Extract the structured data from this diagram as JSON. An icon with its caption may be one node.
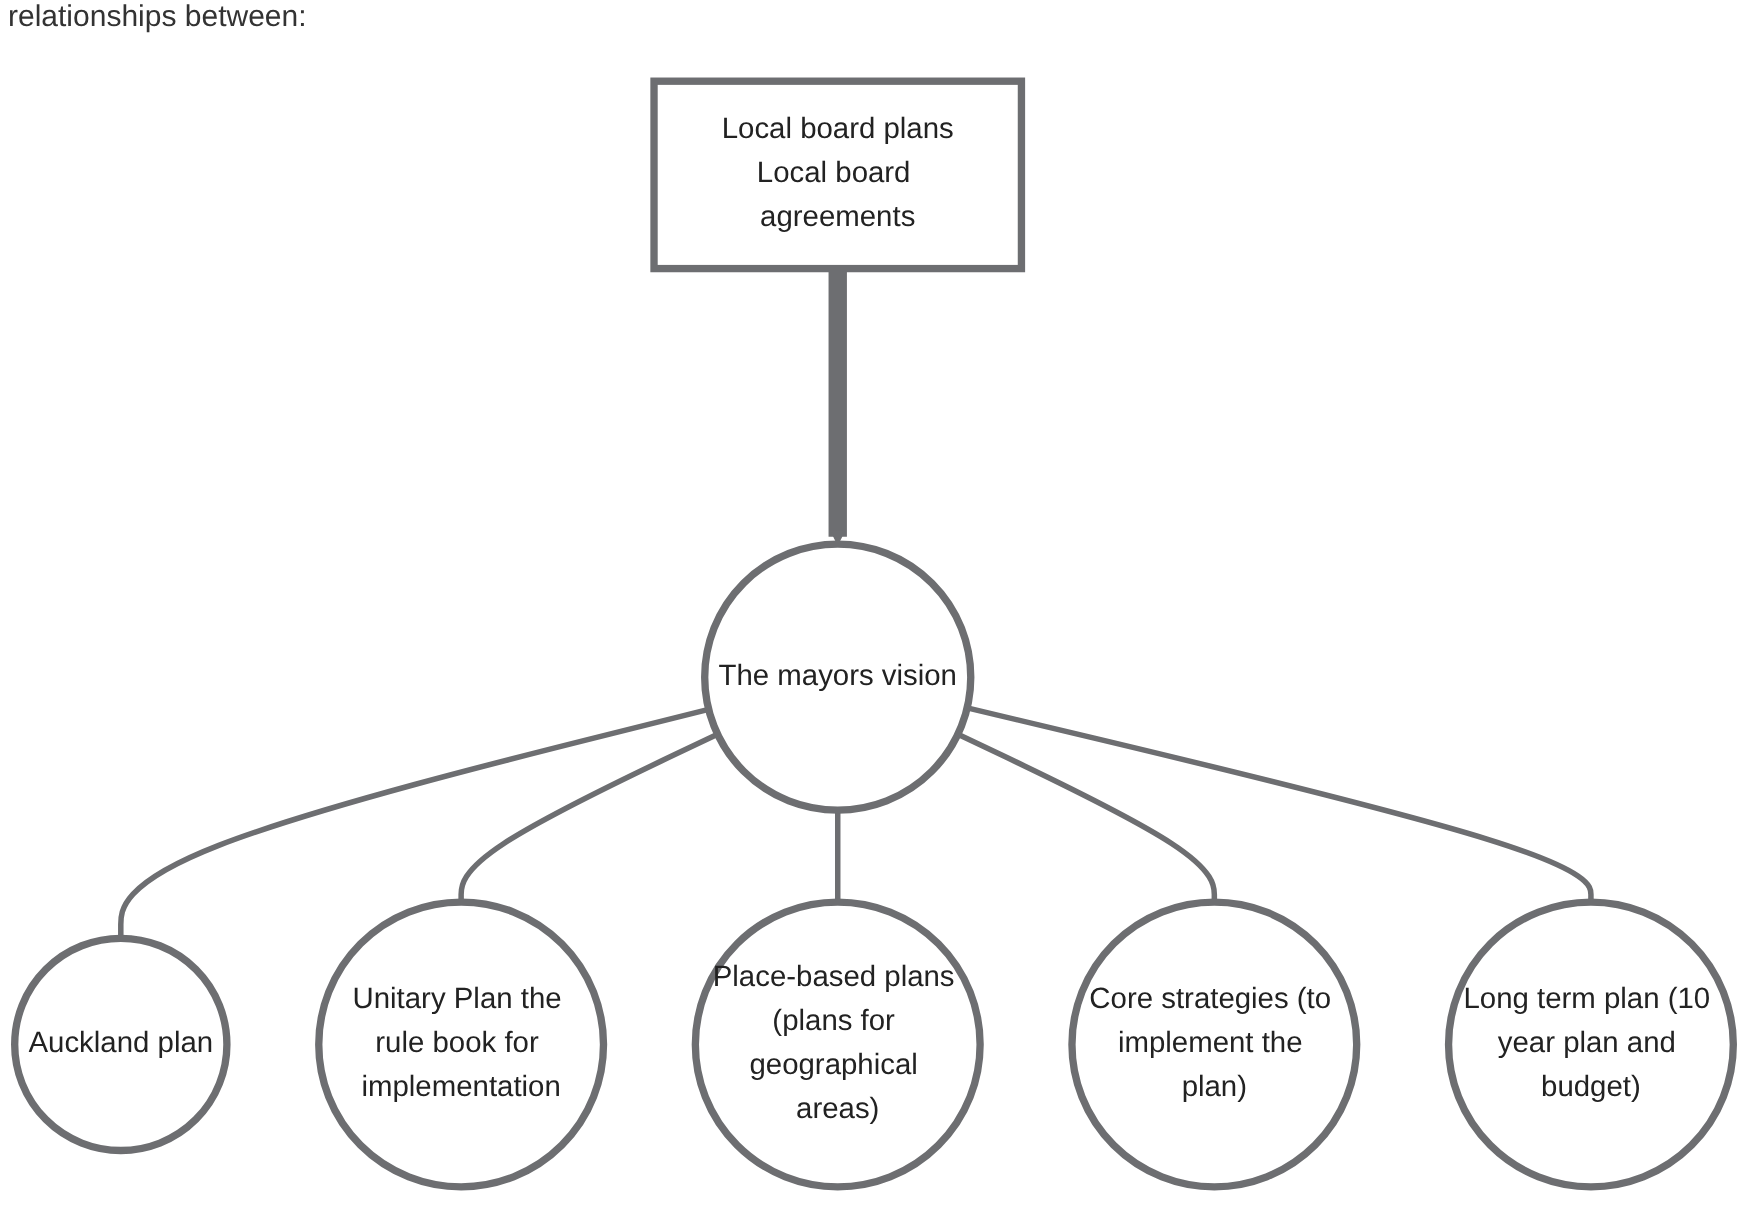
{
  "diagram": {
    "nodes": [
      {
        "text": [
          "The mayors vision"
        ]
      },
      {
        "text": [
          "Local board plans",
          "Local board agreements"
        ]
      },
      {
        "text": [
          "Auckland plan"
        ]
      },
      {
        "text": [
          "Unitary Plan the rule book for implementation"
        ]
      },
      {
        "text": [
          "Place-based plans (plans for geographical areas)"
        ]
      },
      {
        "text": [
          "Core strategies (to implement the plan)"
        ]
      },
      {
        "text": [
          "Long term plan (10 year plan and budget)"
        ]
      }
    ],
    "edges": [
      {
        "from": 1,
        "to": 0,
        "arrow": "to",
        "style": "thick"
      },
      {
        "from": 0,
        "to": 2,
        "arrow": "none"
      },
      {
        "from": 0,
        "to": 3,
        "arrow": "none"
      },
      {
        "from": 0,
        "to": 4,
        "arrow": "none"
      },
      {
        "from": 0,
        "to": 5,
        "arrow": "none"
      },
      {
        "from": 0,
        "to": 6,
        "arrow": "none"
      }
    ],
    "labels": [
      "relationships between:"
    ]
  }
}
